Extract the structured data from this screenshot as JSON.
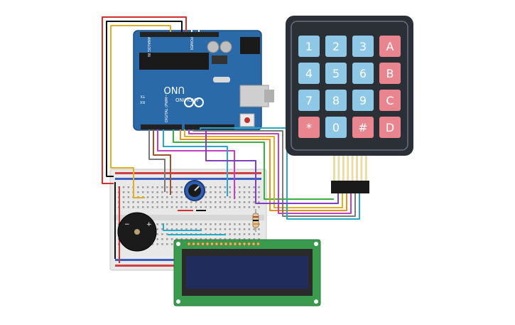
{
  "arduino": {
    "brand": "ARDUINO",
    "model": "UNO",
    "header_analog": "ANALOG IN",
    "header_power": "POWER",
    "header_digital": "DIGITAL (PWM~)",
    "tx_label": "TX",
    "rx_label": "RX",
    "logo_icon": "infinity-logo-icon"
  },
  "keypad": {
    "keys": [
      "1",
      "2",
      "3",
      "A",
      "4",
      "5",
      "6",
      "B",
      "7",
      "8",
      "9",
      "C",
      "*",
      "0",
      "#",
      "D"
    ],
    "colors": {
      "number_key": "#8ec8e6",
      "letter_key": "#e8858f",
      "frame": "#2b2f36"
    }
  },
  "buzzer": {
    "plus": "+",
    "minus": "−"
  },
  "colors": {
    "board": "#2a6aa8",
    "breadboard": "#e6e6e6",
    "lcd_pcb": "#3a9a4e",
    "lcd_screen": "#1f2c5c",
    "wires": [
      "#7a7a7a",
      "#e0b020",
      "#2aa8c8",
      "#c040c0",
      "#e89020",
      "#3ab040",
      "#a0522d",
      "#d03030",
      "#111111"
    ]
  }
}
